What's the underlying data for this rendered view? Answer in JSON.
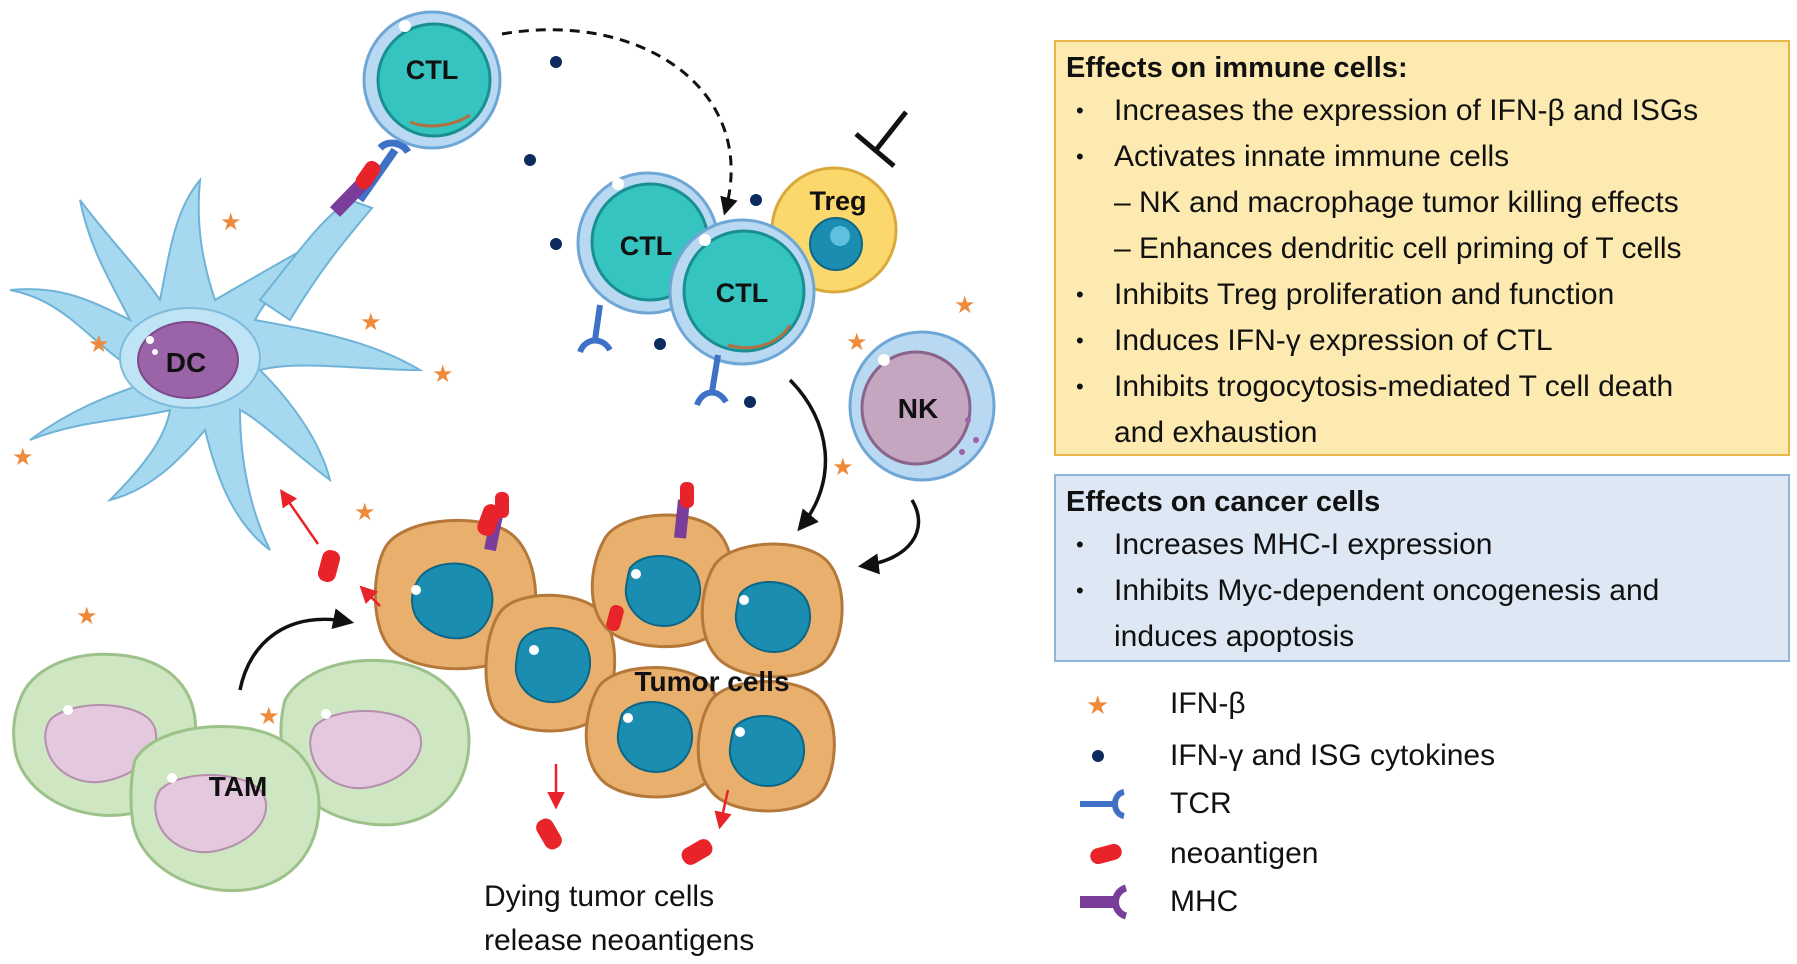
{
  "cells": {
    "ctl_top": "CTL",
    "ctl_middle_left": "CTL",
    "ctl_middle_right": "CTL",
    "treg": "Treg",
    "dc": "DC",
    "nk": "NK",
    "tam": "TAM",
    "tumor": "Tumor cells"
  },
  "caption": {
    "line1": "Dying tumor cells",
    "line2": "release neoantigens"
  },
  "immune_panel": {
    "title": "Effects on immune cells:",
    "items": [
      {
        "text": "Increases the expression of IFN-β and ISGs",
        "bullet": "•"
      },
      {
        "text": "Activates innate immune cells",
        "bullet": "•"
      },
      {
        "text": "– NK and macrophage tumor killing effects",
        "bullet": ""
      },
      {
        "text": "– Enhances dendritic cell priming of T cells",
        "bullet": ""
      },
      {
        "text": "Inhibits Treg proliferation and function",
        "bullet": "•"
      },
      {
        "text": "Induces IFN-γ expression of CTL",
        "bullet": "•"
      },
      {
        "text": "Inhibits trogocytosis-mediated T cell death",
        "bullet": "•"
      },
      {
        "text": "and exhaustion",
        "bullet": ""
      }
    ]
  },
  "cancer_panel": {
    "title": "Effects on cancer cells",
    "items": [
      {
        "text": "Increases MHC-I expression",
        "bullet": "•"
      },
      {
        "text": "Inhibits Myc-dependent oncogenesis and",
        "bullet": "•"
      },
      {
        "text": "induces apoptosis",
        "bullet": ""
      }
    ]
  },
  "legend": [
    {
      "label": "IFN-β",
      "symbol": "orange-star"
    },
    {
      "label": "IFN-γ and ISG cytokines",
      "symbol": "navy-dot"
    },
    {
      "label": "TCR",
      "symbol": "blue-receptor"
    },
    {
      "label": "neoantigen",
      "symbol": "red-pill"
    },
    {
      "label": "MHC",
      "symbol": "purple-receptor"
    }
  ],
  "colors": {
    "ctl": "#35c4c0",
    "ctl_membrane": "#b9d9f2",
    "treg": "#fbd86b",
    "dc": "#a6d8ef",
    "dc_nucleus": "#9b63a8",
    "nk": "#c4a6c0",
    "tumor": "#e9b06d",
    "tumor_nucleus": "#1b8db1",
    "tam": "#cfe6c2",
    "tam_nucleus": "#e3c8de",
    "ifn_beta_star": "#ee8a3c",
    "cytokine_dot": "#0d2b5e",
    "tcr": "#3f71c6",
    "mhc": "#7a3d9a",
    "neoantigen": "#e8232a",
    "immune_panel_bg": "#fdeab0",
    "cancer_panel_bg": "#dde8f4"
  }
}
